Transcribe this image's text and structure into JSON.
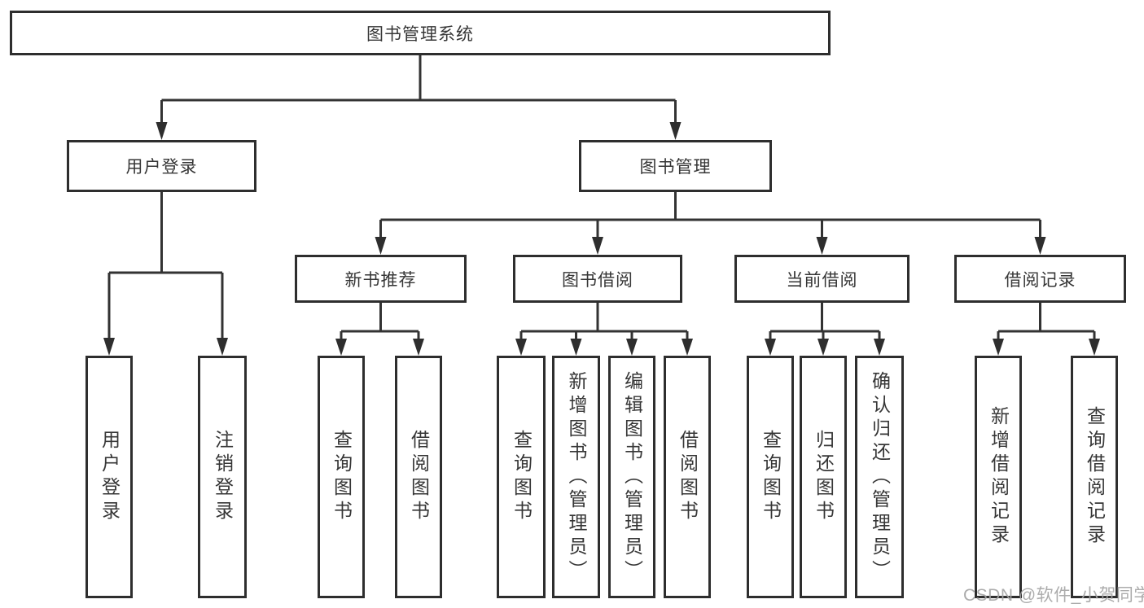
{
  "diagram_title": "图书管理系统",
  "tree": {
    "label": "图书管理系统",
    "children": [
      {
        "label": "用户登录",
        "children": [
          {
            "label": "用户登录"
          },
          {
            "label": "注销登录"
          }
        ]
      },
      {
        "label": "图书管理",
        "children": [
          {
            "label": "新书推荐",
            "children": [
              {
                "label": "查询图书"
              },
              {
                "label": "借阅图书"
              }
            ]
          },
          {
            "label": "图书借阅",
            "children": [
              {
                "label": "查询图书"
              },
              {
                "label": "新增图书（管理员）"
              },
              {
                "label": "编辑图书（管理员）"
              },
              {
                "label": "借阅图书"
              }
            ]
          },
          {
            "label": "当前借阅",
            "children": [
              {
                "label": "查询图书"
              },
              {
                "label": "归还图书"
              },
              {
                "label": "确认归还（管理员）"
              }
            ]
          },
          {
            "label": "借阅记录",
            "children": [
              {
                "label": "新增借阅记录"
              },
              {
                "label": "查询借阅记录"
              }
            ]
          }
        ]
      }
    ]
  },
  "watermark": {
    "text": "CSDN @软件_小贺同学"
  },
  "colors": {
    "line": "#333333",
    "box_border": "#2e2e2e",
    "text": "#363636",
    "watermark": "#a5a5a5",
    "background": "#ffffff"
  }
}
